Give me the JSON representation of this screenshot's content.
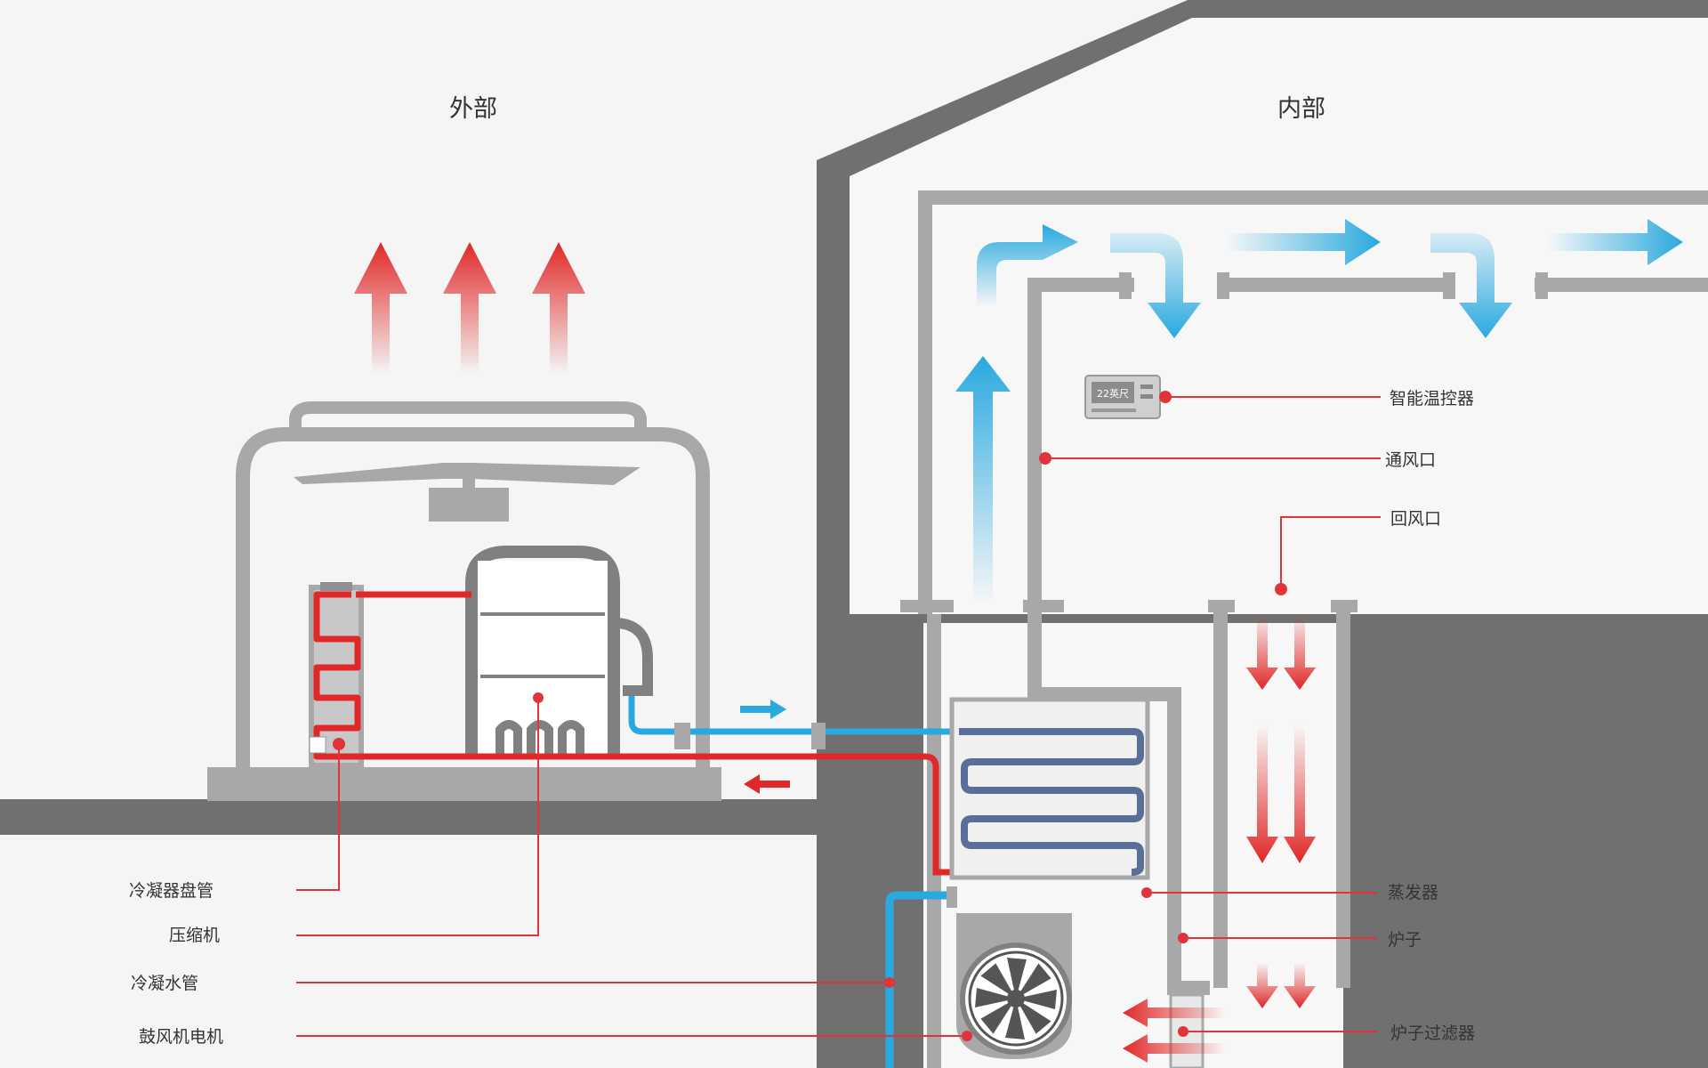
{
  "zones": {
    "outside": "外部",
    "inside": "内部"
  },
  "labels": {
    "condenser_coil": "冷凝器盘管",
    "compressor": "压缩机",
    "condensate_pipe": "冷凝水管",
    "blower_motor": "鼓风机电机",
    "smart_thermostat": "智能温控器",
    "vent": "通风口",
    "return_vent": "回风口",
    "evaporator": "蒸发器",
    "furnace": "炉子",
    "furnace_filter": "炉子过滤器"
  },
  "thermostat": {
    "reading": "22英尺"
  },
  "colors": {
    "hot": "#e02828",
    "cold": "#29a9df",
    "wall": "#707070",
    "structure": "#a8a8a8",
    "background": "#f5f5f5"
  }
}
